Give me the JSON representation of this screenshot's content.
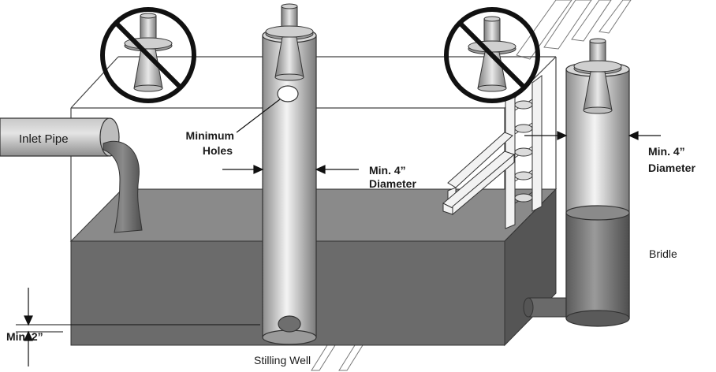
{
  "labels": {
    "inlet_pipe": "Inlet Pipe",
    "minimum": "Minimum",
    "holes": "Holes",
    "min4_left_line1": "Min. 4”",
    "min4_left_line2": "Diameter",
    "min4_right_line1": "Min. 4”",
    "min4_right_line2": "Diameter",
    "bridle": "Bridle",
    "min2": "Min. 2”",
    "stilling_well": "Stilling Well"
  },
  "icons": {
    "prohibited_left": "prohibited-sensor-icon",
    "prohibited_right": "prohibited-sensor-icon",
    "sensor_stilling_well": "radar-sensor-icon",
    "sensor_bridle": "radar-sensor-icon"
  },
  "colors": {
    "liquid_front": "#6b6b6b",
    "liquid_side": "#555555",
    "liquid_top": "#8a8a8a",
    "tank_line": "#444444",
    "prohibit_ring": "#111111",
    "pipe_light": "#e6e6e6",
    "pipe_dark": "#8c8c8c"
  }
}
